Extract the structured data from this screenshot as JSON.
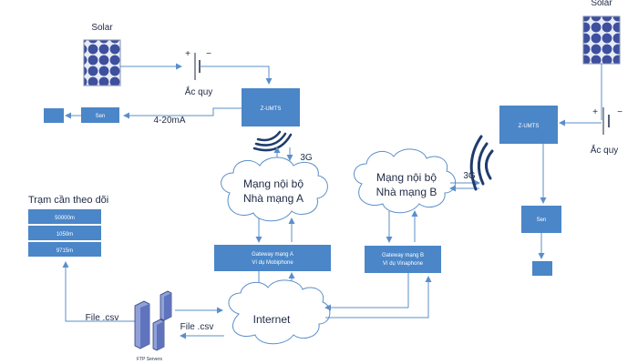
{
  "colors": {
    "box_fill": "#4a86c8",
    "line": "#5b8fca",
    "cloud_stroke": "#5b8fca",
    "solar_cell": "#3e4f9e",
    "server_body": "#8fa1d8",
    "text": "#1f2a44"
  },
  "left_site": {
    "solar_label": "Solar",
    "battery_label": "Ắc quy",
    "battery_plus": "+",
    "battery_minus": "−",
    "zumts_label": "Z-UMTS",
    "sensor_label": "Sen",
    "signal_label": "4-20mA",
    "link_label": "3G"
  },
  "right_site": {
    "solar_label": "Solar",
    "battery_label": "Ắc quy",
    "battery_plus": "+",
    "battery_minus": "−",
    "zumts_label": "Z-UMTS",
    "sensor_label": "Sen",
    "link_label": "3G"
  },
  "cloud_a": {
    "line1": "Mạng nội bộ",
    "line2": "Nhà mạng A"
  },
  "cloud_b": {
    "line1": "Mạng nội bộ",
    "line2": "Nhà mạng B"
  },
  "cloud_internet": {
    "label": "Internet"
  },
  "gateway_a": {
    "line1": "Gateway mạng A",
    "line2": "Ví dụ Mobiphone"
  },
  "gateway_b": {
    "line1": "Gateway mạng B",
    "line2": "Ví dụ Vinaphone"
  },
  "monitor": {
    "title": "Trạm cần theo dõi",
    "rows": [
      "50000m",
      "1050m",
      "9715m"
    ]
  },
  "ftp": {
    "label": "FTP Servers",
    "file_label_left": "File .csv",
    "file_label_right": "File .csv"
  }
}
